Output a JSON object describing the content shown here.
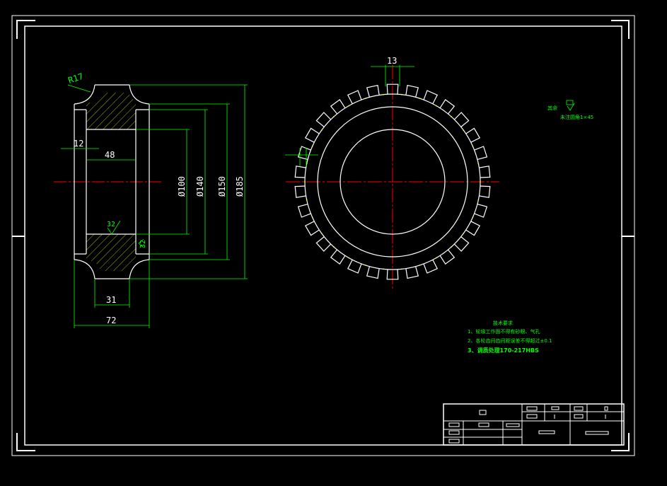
{
  "colors": {
    "background": "#000000",
    "outline": "#ffffff",
    "dimension": "#00ff00",
    "centerline": "#ff0000",
    "hatch": "#ffff00"
  },
  "side_view": {
    "fillet_label": "R17",
    "dims": {
      "d12": "12",
      "d48": "48",
      "d100": "Ø100",
      "d140": "Ø140",
      "d150": "Ø150",
      "d185": "Ø185",
      "d31": "31",
      "d72": "72",
      "roughness_left": "32",
      "roughness_right": "32"
    }
  },
  "front_view": {
    "dims": {
      "d13": "13"
    },
    "tooth_count": 30
  },
  "surface_note": {
    "label": "其余",
    "sub": "未注圆角1×45"
  },
  "tech_requirements": {
    "title": "技术要求",
    "items": [
      "1、轮缘工作面不得有砂眼、气孔",
      "2、各轮齿间齿间距误差不得超过±0.1",
      "3、调质处理170-217HBS"
    ]
  }
}
